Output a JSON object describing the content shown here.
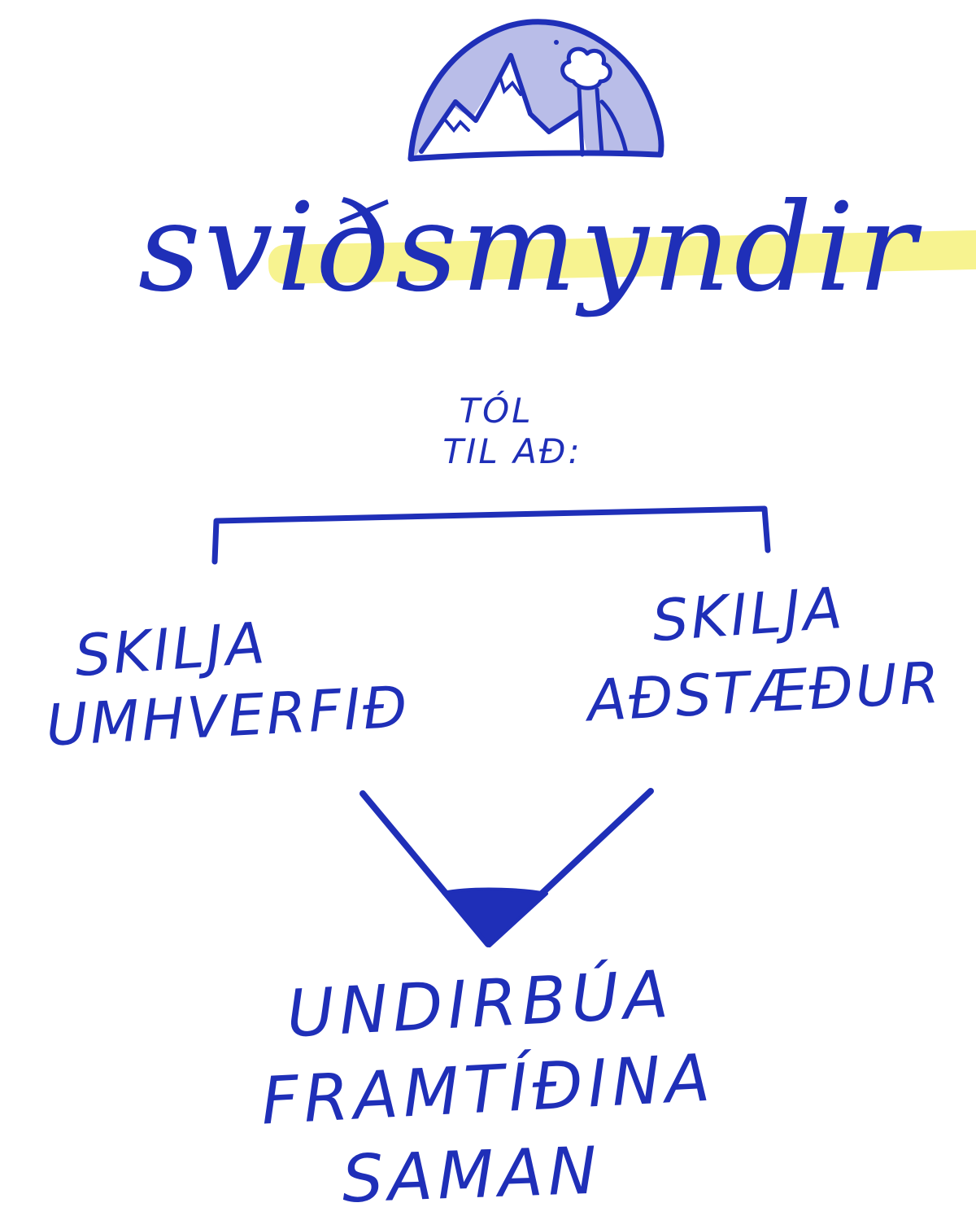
{
  "diagram": {
    "title": "sviðsmyndir",
    "subtitle_line1": "TÓL",
    "subtitle_line2": "TIL AÐ:",
    "left_branch_line1": "SKILJA",
    "left_branch_line2": "UMHVERFIÐ",
    "right_branch_line1": "SKILJA",
    "right_branch_line2": "AÐSTÆÐUR",
    "result_line1": "UNDIRBÚA",
    "result_line2": "FRAMTÍÐINA",
    "result_line3": "SAMAN"
  },
  "colors": {
    "ink": "#1f2fb8",
    "highlight": "#f7f28a",
    "dome_fill": "#b9bde8",
    "background": "#ffffff"
  },
  "icons": {
    "top": "mountain-tree-dome-icon"
  }
}
